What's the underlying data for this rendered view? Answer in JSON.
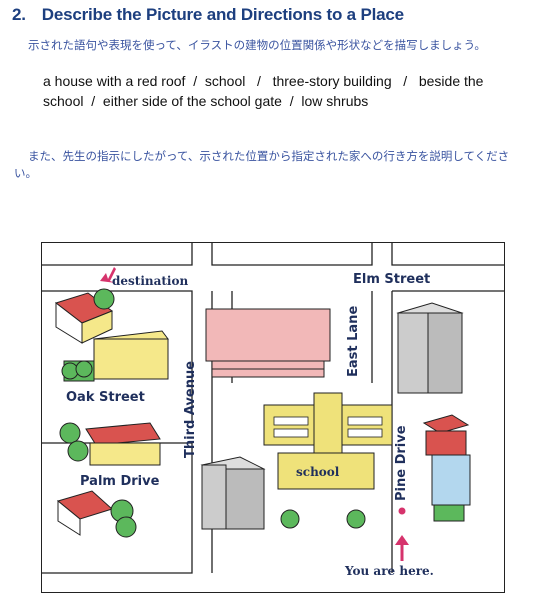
{
  "section": {
    "number": "2.",
    "title": "Describe the Picture and Directions to a Place"
  },
  "instruction1": "示された語句や表現を使って、イラストの建物の位置関係や形状などを描写しましょう。",
  "vocab_line1": "a house with a red roof  /  school   /   three-story building   /   beside the",
  "vocab_line2": "school  /  either side of the school gate  /  low shrubs",
  "instruction2": "また、先生の指示にしたがって、示された位置から指定された家への行き方を説明してください。",
  "map": {
    "destination": "destination",
    "elm_street": "Elm Street",
    "east_lane": "East Lane",
    "oak_street": "Oak Street",
    "third_avenue": "Third Avenue",
    "school": "school",
    "pine_drive": "Pine Drive",
    "palm_drive": "Palm Drive",
    "you_are_here": "You are here.",
    "colors": {
      "roof_red": "#d9534f",
      "building_yellow": "#f5e88a",
      "school_yellow": "#efe27a",
      "pink": "#f2b8b8",
      "shrub_green": "#5cb85c",
      "label_navy": "#1f2f5c",
      "marker_pink": "#d6336c"
    }
  }
}
